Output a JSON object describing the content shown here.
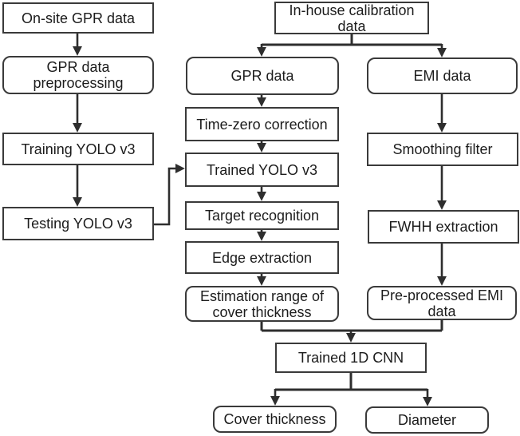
{
  "diagram": {
    "background_color": "#ffffff",
    "line_color": "#2e2e2e",
    "box_fill_color": "#ffffff",
    "box_border_color": "#3a3a3a",
    "text_color": "#1c1c1c",
    "nodes": {
      "on_site_gpr_data": {
        "label": "On-site GPR data",
        "shape": "rectangle"
      },
      "gpr_data_preprocessing": {
        "label": "GPR data preprocessing",
        "shape": "rounded"
      },
      "training_yolo_v3": {
        "label": "Training YOLO v3",
        "shape": "rectangle"
      },
      "testing_yolo_v3": {
        "label": "Testing YOLO v3",
        "shape": "rectangle"
      },
      "in_house_calibration_data": {
        "label": "In-house calibration data",
        "shape": "rectangle"
      },
      "gpr_data": {
        "label": "GPR data",
        "shape": "rounded"
      },
      "time_zero_correction": {
        "label": "Time-zero correction",
        "shape": "rectangle"
      },
      "trained_yolo_v3": {
        "label": "Trained YOLO v3",
        "shape": "rectangle"
      },
      "target_recognition": {
        "label": "Target recognition",
        "shape": "rectangle"
      },
      "edge_extraction": {
        "label": "Edge extraction",
        "shape": "rectangle"
      },
      "estimation_range_of_cover_thickness": {
        "label": "Estimation range of cover thickness",
        "shape": "rounded"
      },
      "emi_data": {
        "label": "EMI data",
        "shape": "rounded"
      },
      "smoothing_filter": {
        "label": "Smoothing filter",
        "shape": "rectangle"
      },
      "fwhh_extraction": {
        "label": "FWHH extraction",
        "shape": "rectangle"
      },
      "pre_processed_emi_data": {
        "label": "Pre-processed EMI data",
        "shape": "rounded"
      },
      "trained_1d_cnn": {
        "label": "Trained 1D CNN",
        "shape": "rectangle"
      },
      "cover_thickness": {
        "label": "Cover thickness",
        "shape": "rounded"
      },
      "diameter": {
        "label": "Diameter",
        "shape": "rounded"
      }
    },
    "edges": [
      {
        "from": "on_site_gpr_data",
        "to": "gpr_data_preprocessing"
      },
      {
        "from": "gpr_data_preprocessing",
        "to": "training_yolo_v3"
      },
      {
        "from": "training_yolo_v3",
        "to": "testing_yolo_v3"
      },
      {
        "from": "testing_yolo_v3",
        "to": "trained_yolo_v3"
      },
      {
        "from": "in_house_calibration_data",
        "to": "gpr_data"
      },
      {
        "from": "in_house_calibration_data",
        "to": "emi_data"
      },
      {
        "from": "gpr_data",
        "to": "time_zero_correction"
      },
      {
        "from": "time_zero_correction",
        "to": "trained_yolo_v3"
      },
      {
        "from": "trained_yolo_v3",
        "to": "target_recognition"
      },
      {
        "from": "target_recognition",
        "to": "edge_extraction"
      },
      {
        "from": "edge_extraction",
        "to": "estimation_range_of_cover_thickness"
      },
      {
        "from": "emi_data",
        "to": "smoothing_filter"
      },
      {
        "from": "smoothing_filter",
        "to": "fwhh_extraction"
      },
      {
        "from": "fwhh_extraction",
        "to": "pre_processed_emi_data"
      },
      {
        "from": "estimation_range_of_cover_thickness",
        "to": "trained_1d_cnn"
      },
      {
        "from": "pre_processed_emi_data",
        "to": "trained_1d_cnn"
      },
      {
        "from": "trained_1d_cnn",
        "to": "cover_thickness"
      },
      {
        "from": "trained_1d_cnn",
        "to": "diameter"
      }
    ]
  }
}
